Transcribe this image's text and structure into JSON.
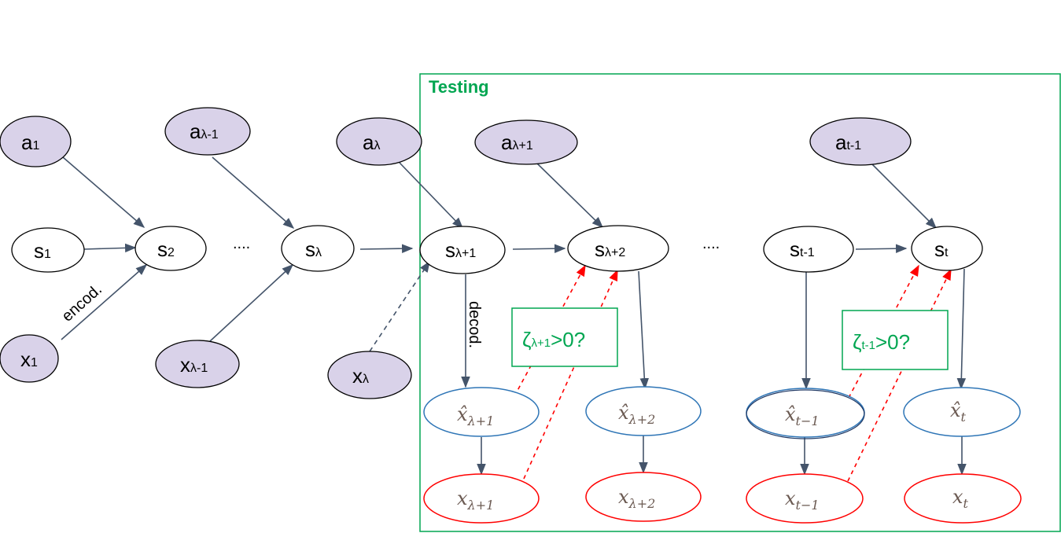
{
  "testing_label": "Testing",
  "nodes": {
    "a1": {
      "base": "a",
      "sub": "1"
    },
    "a_lm1": {
      "base": "a",
      "sub": "λ-1"
    },
    "a_l": {
      "base": "a",
      "sub": "λ"
    },
    "a_lp1": {
      "base": "a",
      "sub": "λ+1"
    },
    "a_tm1": {
      "base": "a",
      "sub": "t-1"
    },
    "s1": {
      "base": "s",
      "sub": "1"
    },
    "s2": {
      "base": "s",
      "sub": "2"
    },
    "s_l": {
      "base": "s",
      "sub": "λ"
    },
    "s_lp1": {
      "base": "s",
      "sub": "λ+1"
    },
    "s_lp2": {
      "base": "s",
      "sub": "λ+2"
    },
    "s_tm1": {
      "base": "s",
      "sub": "t-1"
    },
    "s_t": {
      "base": "s",
      "sub": "t"
    },
    "x1": {
      "base": "x",
      "sub": "1"
    },
    "x_lm1": {
      "base": "x",
      "sub": "λ-1"
    },
    "x_l": {
      "base": "x",
      "sub": "λ"
    },
    "xhat_lp1": {
      "base": "x̂",
      "sub": "λ+1"
    },
    "xhat_lp2": {
      "base": "x̂",
      "sub": "λ+2"
    },
    "xhat_tm1": {
      "base": "x̂",
      "sub": "t−1"
    },
    "xhat_t": {
      "base": "x̂",
      "sub": "t"
    },
    "xr_lp1": {
      "base": "x",
      "sub": "λ+1"
    },
    "xr_lp2": {
      "base": "x",
      "sub": "λ+2"
    },
    "xr_tm1": {
      "base": "x",
      "sub": "t−1"
    },
    "xr_t": {
      "base": "x",
      "sub": "t"
    }
  },
  "ellipsis": [
    "....",
    "...."
  ],
  "edge_labels": {
    "encod": "encod.",
    "decod": "decod."
  },
  "tests": [
    {
      "zeta": "ζ",
      "sub": "λ+1",
      "rest": ">0?"
    },
    {
      "zeta": "ζ",
      "sub": "t-1",
      "rest": ">0?"
    }
  ],
  "colors": {
    "shaded_fill": "#d9d2e9",
    "node_stroke": "#000000",
    "edge": "#44546a",
    "testing_frame": "#00a651",
    "xhat_stroke": "#2e75b6",
    "xreal_stroke": "#ff0000",
    "dashed_red": "#ff0000"
  }
}
